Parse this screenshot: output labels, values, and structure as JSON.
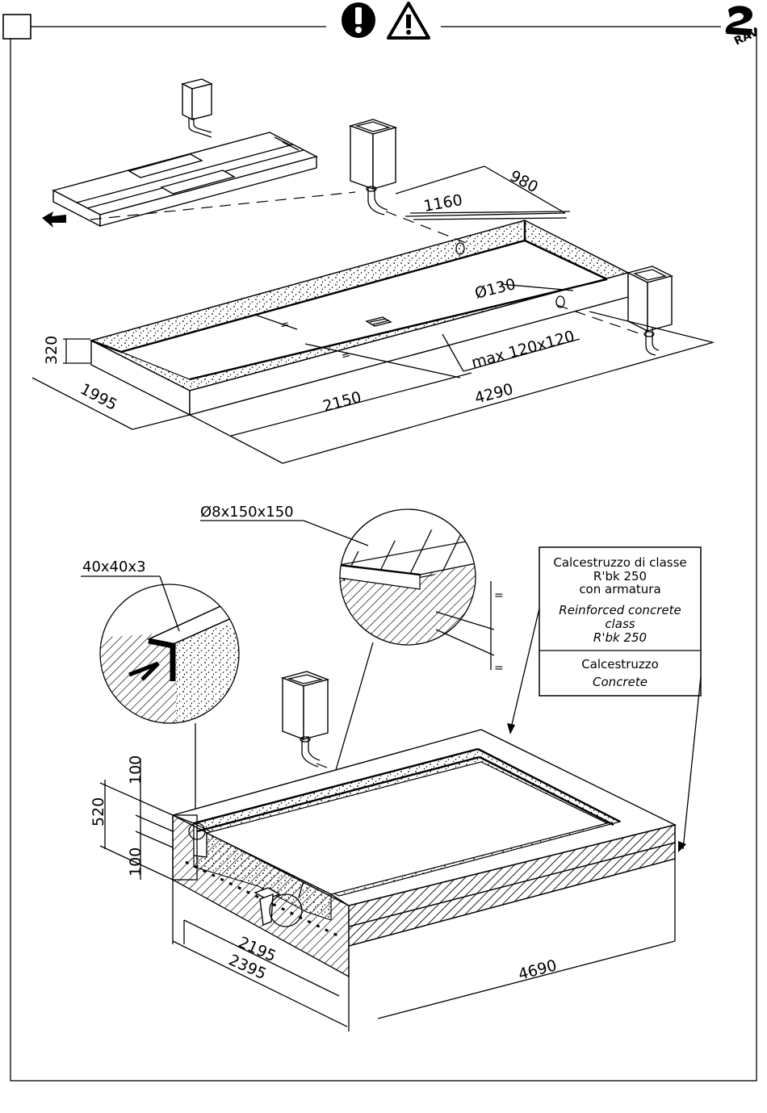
{
  "header": {
    "warning_icons": [
      "exclamation-icon",
      "warning-triangle-icon"
    ],
    "logo_text": "RAV"
  },
  "top_drawing": {
    "dimensions": {
      "d980": "980",
      "d1160": "1160",
      "d130": "Ø130",
      "d320": "320",
      "d1995": "1995",
      "d2150": "2150",
      "d4290": "4290",
      "drain": "max 120x120",
      "eq1": "=",
      "eq2": "="
    }
  },
  "bottom_drawing": {
    "labels": {
      "mesh": "Ø8x150x150",
      "angle": "40x40x3",
      "eq1": "=",
      "eq2": "="
    },
    "dimensions": {
      "d100a": "100",
      "d520": "520",
      "d100b": "100",
      "d2195": "2195",
      "d2395": "2395",
      "d4690": "4690"
    },
    "legend": {
      "line1": "Calcestruzzo di classe",
      "line2": "R'bk 250",
      "line3": "con armatura",
      "line4": "Reinforced concrete",
      "line5": "class",
      "line6": "R'bk 250",
      "line7": "Calcestruzzo",
      "line8": "Concrete"
    }
  }
}
